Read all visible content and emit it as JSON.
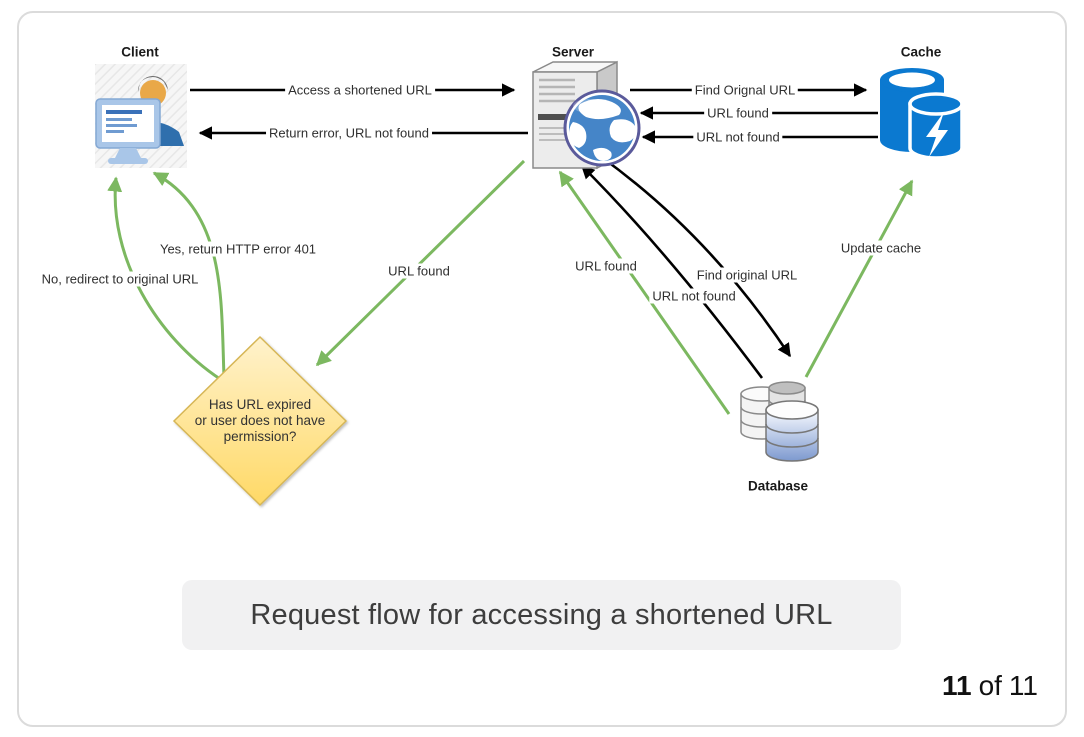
{
  "diagram": {
    "nodes": {
      "client": {
        "label": "Client"
      },
      "server": {
        "label": "Server"
      },
      "cache": {
        "label": "Cache"
      },
      "database": {
        "label": "Database"
      },
      "decision": {
        "text": "Has URL expired\nor user does not have\npermission?"
      }
    },
    "edges": {
      "client_to_server": {
        "label": "Access a shortened URL"
      },
      "server_to_client": {
        "label": "Return error, URL not found"
      },
      "server_to_cache": {
        "label": "Find Orignal URL"
      },
      "cache_to_server_found": {
        "label": "URL found"
      },
      "cache_to_server_not_found": {
        "label": "URL not found"
      },
      "decision_yes": {
        "label": "Yes, return HTTP error 401"
      },
      "decision_no": {
        "label": "No, redirect to original URL"
      },
      "server_to_decision": {
        "label": "URL found"
      },
      "database_to_server_found": {
        "label": "URL found"
      },
      "database_to_server_not_found": {
        "label": "URL not found"
      },
      "server_to_database": {
        "label": "Find original URL"
      },
      "database_to_cache": {
        "label": "Update cache"
      }
    },
    "colors": {
      "arrow_black": "#000000",
      "arrow_green": "#7cb860",
      "decision_fill_top": "#fff2cc",
      "decision_fill_bottom": "#ffd966",
      "decision_border": "#d6b656",
      "cache_blue": "#0b79d0",
      "database_blue": "#7d99cf",
      "caption_background": "#f1f1f2",
      "card_border": "#dbdbdb"
    }
  },
  "caption": {
    "text": "Request flow for accessing a shortened URL"
  },
  "pagination": {
    "current": "11",
    "of_word": "of",
    "total": "11"
  }
}
